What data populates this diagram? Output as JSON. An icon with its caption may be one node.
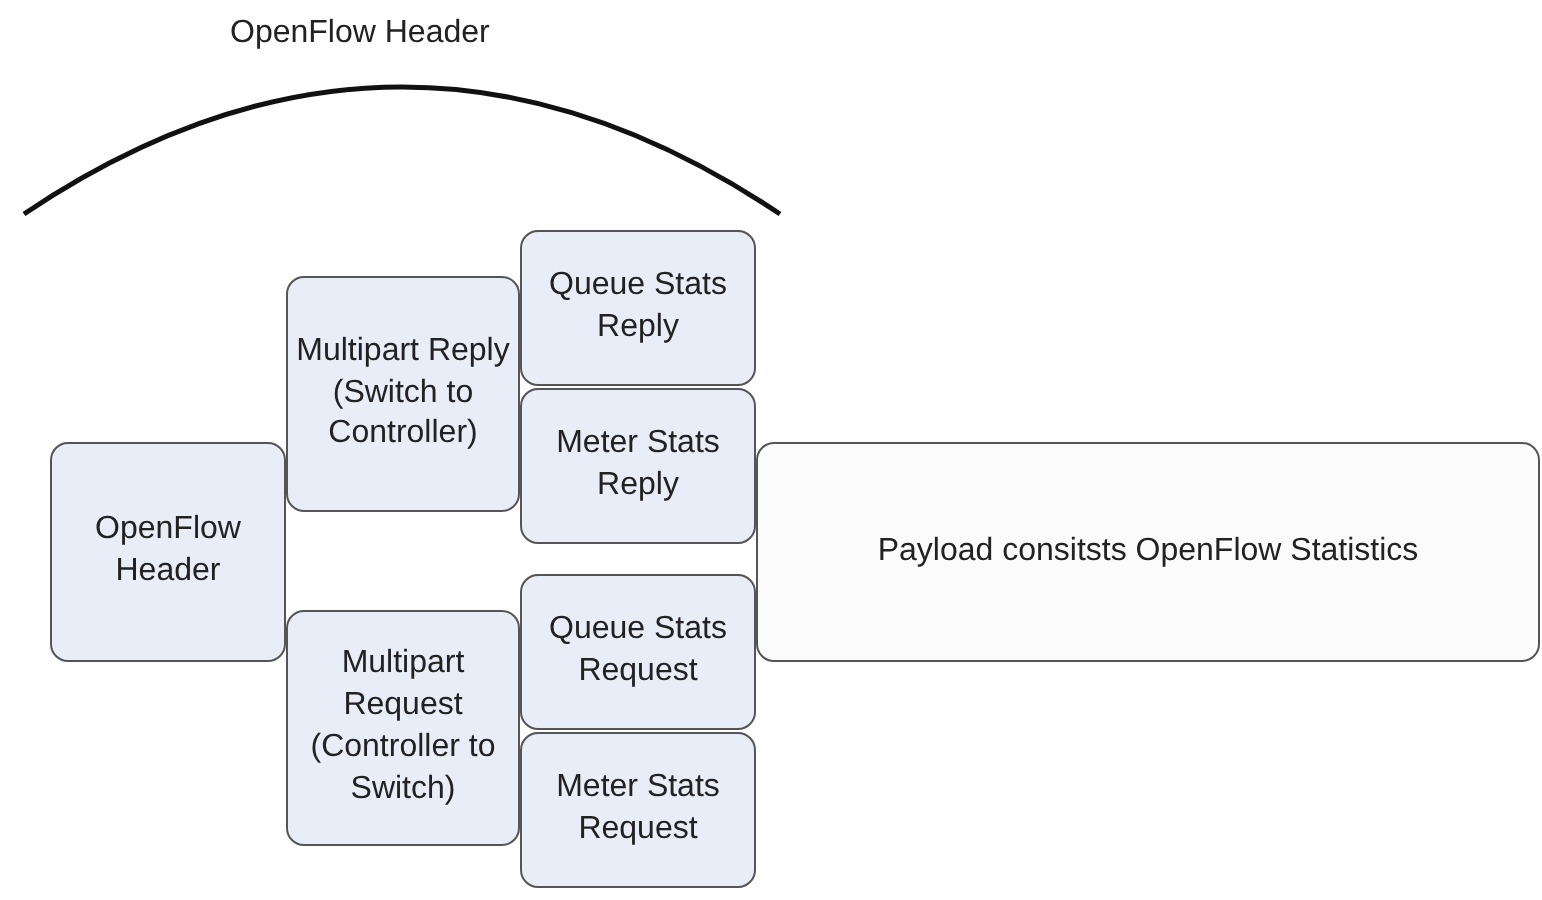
{
  "diagram": {
    "nodes": [
      {
        "text": [
          "OpenFlow Header"
        ]
      },
      {
        "text": [
          "Multipart Reply (Switch to Controller)"
        ]
      },
      {
        "text": [
          "Queue Stats Reply"
        ]
      },
      {
        "text": [
          "Meter Stats Reply"
        ]
      },
      {
        "text": [
          "Multipart Request (Controller to Switch)"
        ]
      },
      {
        "text": [
          "Queue Stats Request"
        ]
      },
      {
        "text": [
          "Meter Stats Request"
        ]
      },
      {
        "text": [
          "Payload consitsts OpenFlow Statistics"
        ]
      }
    ],
    "labels": [
      "OpenFlow Header"
    ]
  }
}
